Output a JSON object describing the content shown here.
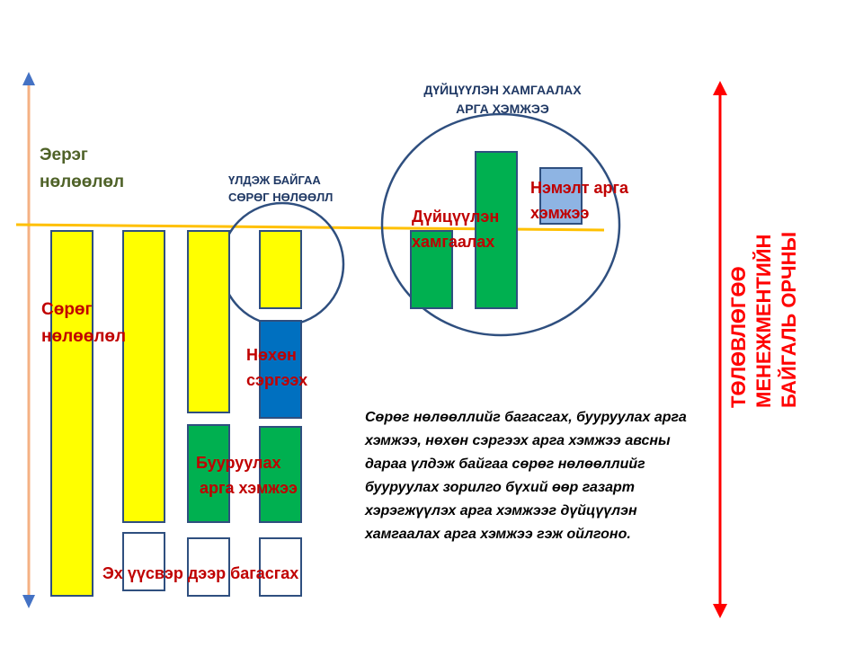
{
  "labels": {
    "positive_impact": [
      "Эерэг",
      "нөлөөлөл"
    ],
    "negative_impact": [
      "Сөрөг",
      "нөлөөлөл"
    ],
    "residual_negative": [
      "ҮЛДЭЖ БАЙГАА",
      "СӨРӨГ НӨЛӨӨЛЛ"
    ],
    "offset_measures_title": [
      "ДҮЙЦҮҮЛЭН ХАМГААЛАХ",
      "АРГА ХЭМЖЭЭ"
    ],
    "offset_protect": [
      "Дүйцүүлэн",
      "хамгаалах"
    ],
    "additional_measure": [
      "Нэмэлт арга",
      "хэмжээ"
    ],
    "restoration": [
      "Нөхөн",
      "сэргээх"
    ],
    "mitigation": [
      "Бууруулах",
      "арга хэмжээ"
    ],
    "reduce_at_source": "Эх үүсвэр дээр багасгах",
    "plan_vertical": [
      "БАЙГАЛЬ ОРЧНЫ",
      "МЕНЕЖМЕНТИЙН",
      "ТӨЛӨВЛӨГӨӨ"
    ]
  },
  "note": "Сөрөг нөлөөллийг багасгах, бууруулах арга хэмжээ, нөхөн сэргээх арга хэмжээ авсны дараа үлдэж байгаа сөрөг нөлөөллийг бууруулах зорилго бүхий өөр газарт хэрэгжүүлэх арга хэмжээг дүйцүүлэн хамгаалах арга хэмжээ гэж ойлгоно.",
  "colors": {
    "negative": "#ffff00",
    "mitigation": "#00b050",
    "restoration": "#0070c0",
    "additional": "#8eb4e3",
    "axis": "#4472c4",
    "baseline": "#ffc000",
    "plan_arrow": "#ff0000"
  }
}
